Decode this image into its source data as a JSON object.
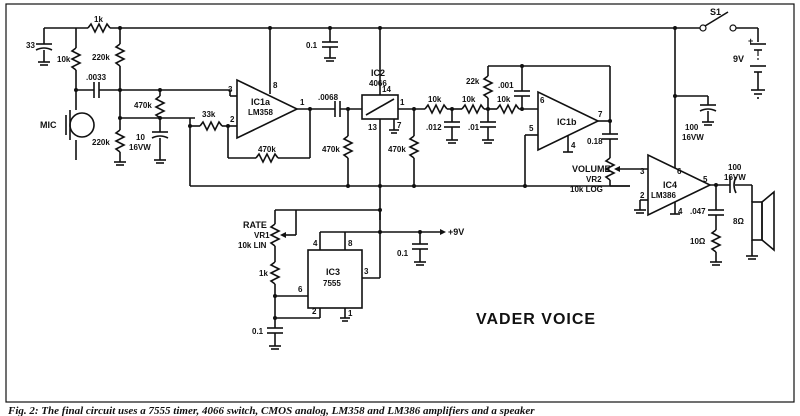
{
  "title": "VADER VOICE",
  "caption": "Fig. 2: The final circuit uses a 7555 timer, 4066 switch, CMOS analog, LM358 and LM386 amplifiers and a speaker",
  "switch": "S1",
  "battery": "9V",
  "supply": "+9V",
  "mic": "MIC",
  "ics": {
    "ic1a_name": "IC1a",
    "ic1a_part": "LM358",
    "ic1b_name": "IC1b",
    "ic2_name": "IC2",
    "ic2_part": "4066",
    "ic3_name": "IC3",
    "ic3_part": "7555",
    "ic4_name": "IC4",
    "ic4_part": "LM386"
  },
  "controls": {
    "rate": "RATE",
    "vr1": "VR1",
    "vr1_val": "10k LIN",
    "volume": "VOLUME",
    "vr2": "VR2",
    "vr2_val": "10k LOG"
  },
  "parts": {
    "c33": "33",
    "r1k_top": "1k",
    "r10k_in": "10k",
    "r220k_a": "220k",
    "c0033": ".0033",
    "r220k_b": "220k",
    "r470k_a": "470k",
    "c10": "10",
    "c10_rating": "16VW",
    "r33k": "33k",
    "r470k_fb": "470k",
    "c01_top": "0.1",
    "c0068": ".0068",
    "r470k_sw": "470k",
    "r470k_b": "470k",
    "r10k_f1": "10k",
    "r10k_f2": "10k",
    "r10k_f3": "10k",
    "c012": ".012",
    "c01_f": ".01",
    "r22k": "22k",
    "c001": ".001",
    "c018": "0.18",
    "c100_sup": "100",
    "c100_sup_rating": "16VW",
    "c100_out": "100",
    "c100_out_rating": "16VW",
    "c047": ".047",
    "r10ohm": "10Ω",
    "spk": "8Ω",
    "r1k_rate": "1k",
    "c01_rate": "0.1",
    "c01_ic3": "0.1"
  },
  "pins": {
    "ic1_p3": "3",
    "ic1_p2": "2",
    "ic1_p1": "1",
    "ic1_p8": "8",
    "ic2_p14": "14",
    "ic2_p1": "1",
    "ic2_p13": "13",
    "ic2_p7": "7",
    "ic1b_p6": "6",
    "ic1b_p5": "5",
    "ic1b_p7": "7",
    "ic1b_p4": "4",
    "ic3_p4": "4",
    "ic3_p8": "8",
    "ic3_p6": "6",
    "ic3_p3": "3",
    "ic3_p2": "2",
    "ic3_p1": "1",
    "ic4_p3": "3",
    "ic4_p2": "2",
    "ic4_p6": "6",
    "ic4_p5": "5",
    "ic4_p4": "4"
  }
}
